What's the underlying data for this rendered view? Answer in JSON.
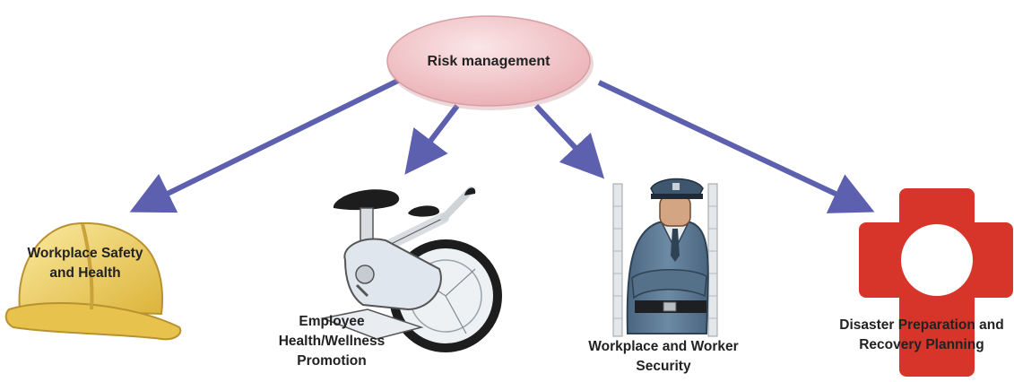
{
  "root": {
    "label": "Risk management"
  },
  "branches": [
    {
      "key": "safety",
      "label": "Workplace Safety and Health",
      "icon": "hard-hat-icon"
    },
    {
      "key": "wellness",
      "label": "Employee Health/Wellness Promotion",
      "icon": "exercise-bike-icon"
    },
    {
      "key": "security",
      "label": "Workplace and Worker Security",
      "icon": "security-guard-icon"
    },
    {
      "key": "disaster",
      "label": "Disaster Preparation and Recovery Planning",
      "icon": "red-cross-icon"
    }
  ],
  "colors": {
    "root_fill": "#f2c9cc",
    "arrow": "#4b4fa6",
    "hat": "#f1d25a",
    "uniform": "#5b7690",
    "cross": "#d8352a"
  }
}
